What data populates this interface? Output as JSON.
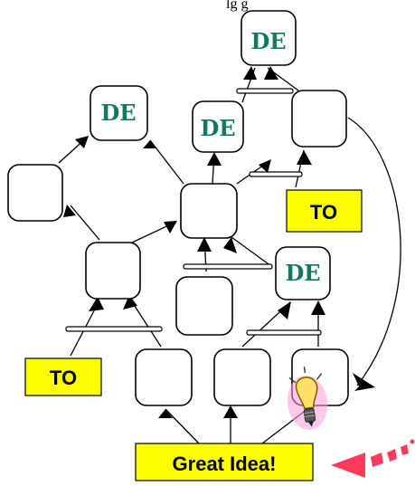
{
  "header_fragment": "lg                     g",
  "nodes": {
    "de_top": "DE",
    "de_left": "DE",
    "de_mid": "DE",
    "de_right": "DE"
  },
  "labels": {
    "to_right": "TO",
    "to_left": "TO",
    "great_idea": "Great Idea!"
  },
  "colors": {
    "de_text": "#0f7a5e",
    "label_fill": "#ffff00",
    "accent_red": "#ff3b5c"
  },
  "icons": [
    "lightbulb-icon",
    "red-arrow-icon"
  ]
}
